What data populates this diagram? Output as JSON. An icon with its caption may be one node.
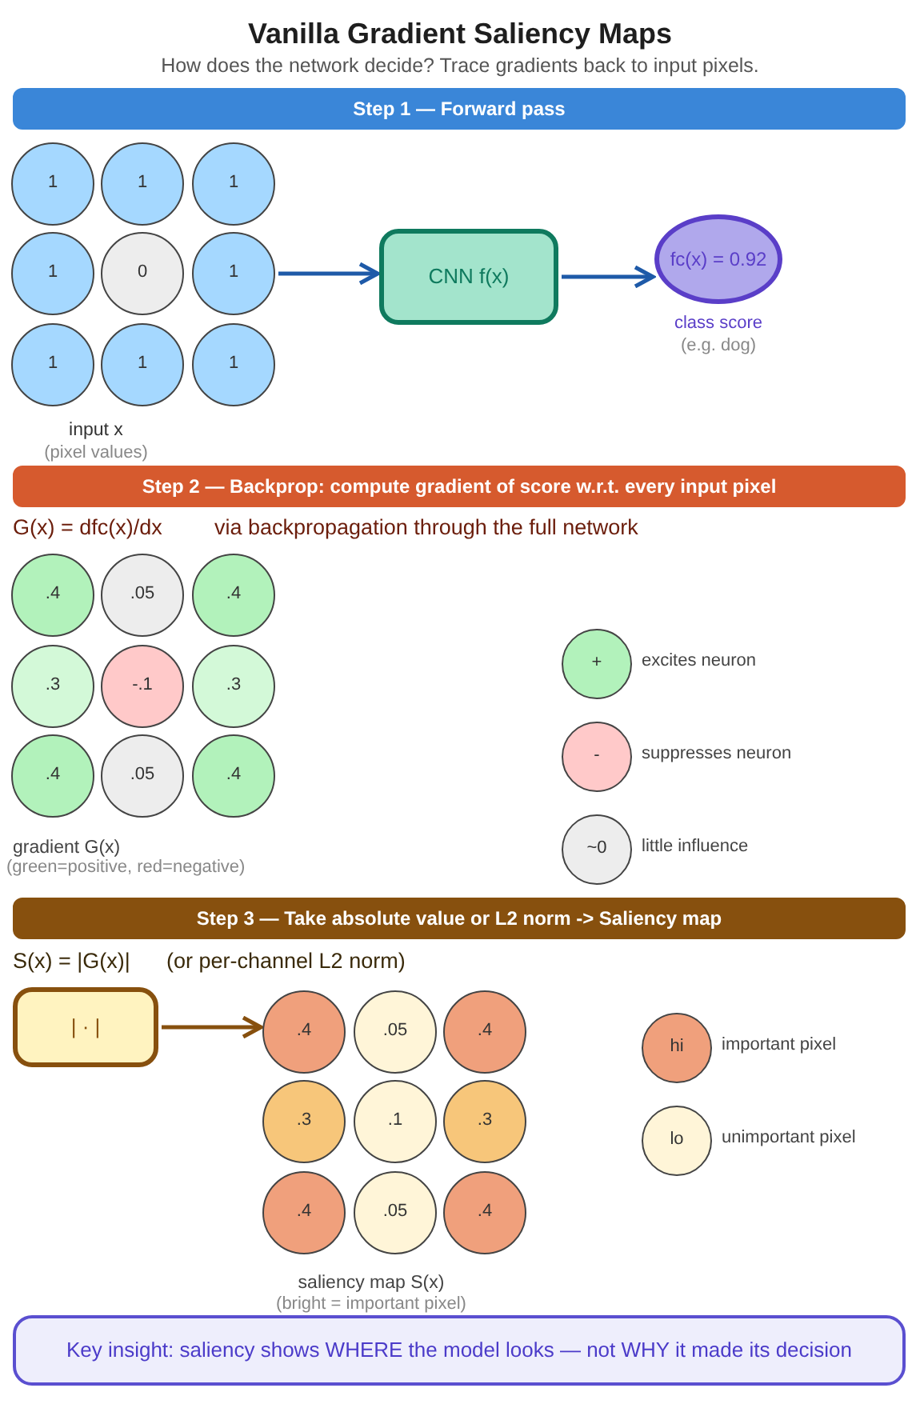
{
  "diagram": {
    "title": "Vanilla Gradient Saliency Maps",
    "nodes": [
      {
        "text": [
          "Step 1 — Forward pass"
        ]
      },
      {
        "text": [
          "1"
        ]
      },
      {
        "text": [
          "1"
        ]
      },
      {
        "text": [
          "1"
        ]
      },
      {
        "text": [
          "1"
        ]
      },
      {
        "text": [
          "0"
        ]
      },
      {
        "text": [
          "1"
        ]
      },
      {
        "text": [
          "1"
        ]
      },
      {
        "text": [
          "1"
        ]
      },
      {
        "text": [
          "1"
        ]
      },
      {
        "text": [
          "CNN f(x)"
        ]
      },
      {
        "text": [
          "fc(x) = 0.92"
        ],
        "beside": [
          "class score",
          "(e.g. dog)"
        ]
      },
      {
        "text": [
          "Step 2 — Backprop: compute gradient of score w.r.t. every input pixel"
        ]
      },
      {
        "text": [
          ".4"
        ]
      },
      {
        "text": [
          ".05"
        ]
      },
      {
        "text": [
          ".4"
        ]
      },
      {
        "text": [
          ".3"
        ]
      },
      {
        "text": [
          "-.1"
        ]
      },
      {
        "text": [
          ".3"
        ]
      },
      {
        "text": [
          ".4"
        ]
      },
      {
        "text": [
          ".05"
        ]
      },
      {
        "text": [
          ".4"
        ]
      },
      {
        "text": [
          "+"
        ],
        "beside": [
          "excites neuron"
        ]
      },
      {
        "text": [
          "-"
        ],
        "beside": [
          "suppresses neuron"
        ]
      },
      {
        "text": [
          "~0"
        ],
        "beside": [
          "little influence"
        ]
      },
      {
        "text": [
          "Step 3 — Take absolute value or L2 norm -> Saliency map"
        ]
      },
      {
        "text": [
          "| · |"
        ]
      },
      {
        "text": [
          ".4"
        ]
      },
      {
        "text": [
          ".05"
        ]
      },
      {
        "text": [
          ".4"
        ]
      },
      {
        "text": [
          ".3"
        ]
      },
      {
        "text": [
          ".1"
        ]
      },
      {
        "text": [
          ".3"
        ]
      },
      {
        "text": [
          ".4"
        ]
      },
      {
        "text": [
          ".05"
        ]
      },
      {
        "text": [
          ".4"
        ]
      },
      {
        "text": [
          "hi"
        ],
        "beside": [
          "important pixel"
        ]
      },
      {
        "text": [
          "lo"
        ],
        "beside": [
          "unimportant pixel"
        ]
      },
      {
        "text": [
          "Key insight: saliency shows WHERE the model looks — not WHY it made its decision"
        ]
      }
    ],
    "edges": [
      {
        "from": 6,
        "to": 10,
        "arrow": "to"
      },
      {
        "from": 10,
        "to": 11,
        "arrow": "to"
      },
      {
        "from": 26,
        "to": 27,
        "arrow": "to",
        "color": "#87500e"
      }
    ],
    "labels": [
      "How does the network decide? Trace gradients back to input pixels.",
      "input x",
      "(pixel values)",
      "G(x) = dfc(x)/dx",
      "via backpropagation through the full network",
      "gradient G(x)",
      "(green=positive, red=negative)",
      "S(x) = |G(x)|",
      "(or per-channel L2 norm)",
      "saliency map S(x)",
      "(bright = important pixel)"
    ]
  }
}
